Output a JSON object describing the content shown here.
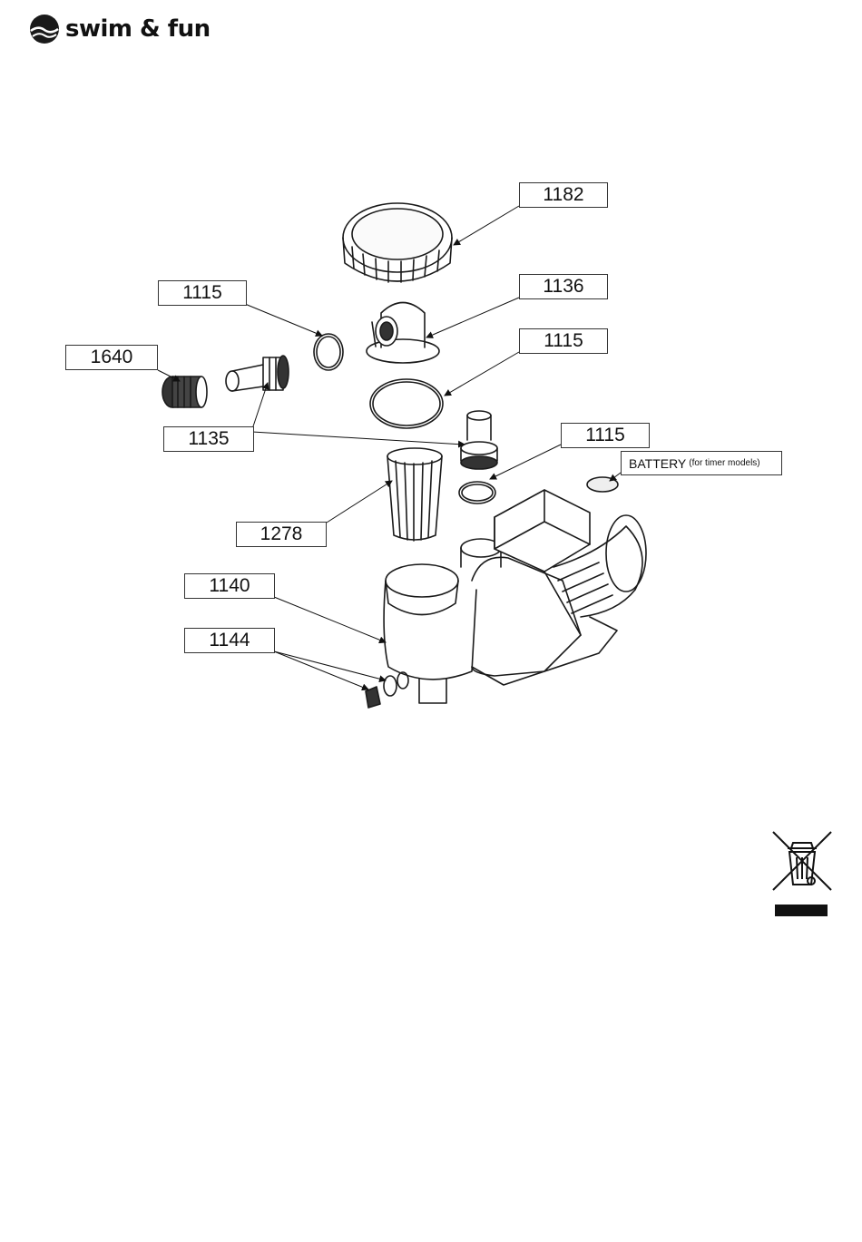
{
  "brand": {
    "name": "swim & fun"
  },
  "parts": {
    "p1182": "1182",
    "p1136": "1136",
    "p1115_a": "1115",
    "p1115_b": "1115",
    "p1115_c": "1115",
    "p1640": "1640",
    "p1135": "1135",
    "p1278": "1278",
    "p1140": "1140",
    "p1144": "1144"
  },
  "battery": {
    "label": "BATTERY",
    "note": "(for timer models)"
  },
  "icons": [
    "swim-fun-logo-icon",
    "weee-crossed-bin-icon"
  ]
}
